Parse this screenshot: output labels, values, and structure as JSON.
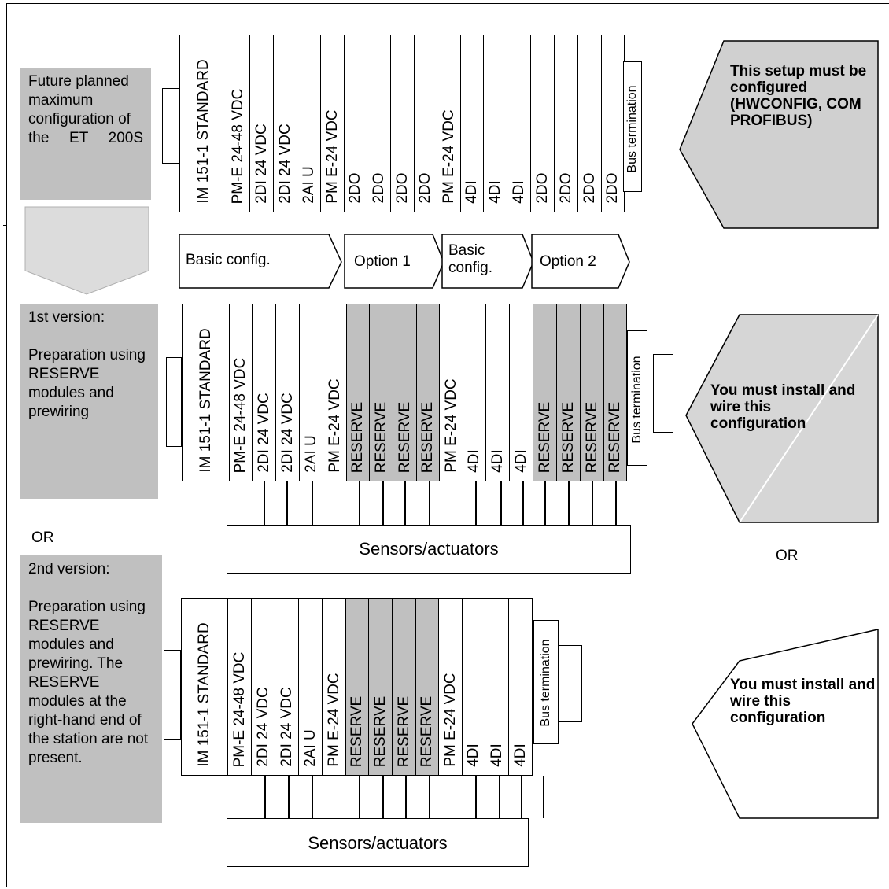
{
  "left_notes": {
    "future": "Future planned maximum configuration of the ET 200S",
    "first_heading": "1st version:",
    "first_body": "Preparation using RESERVE modules and prewiring",
    "or_left": "OR",
    "second_heading": "2nd version:",
    "second_body": "Preparation using RESERVE modules and prewiring. The RESERVE modules at the right-hand end of the station are not present."
  },
  "right_notes": {
    "configure": "This setup must be configured (HWCONFIG, COM PROFIBUS)",
    "install_1": "You must install and wire this configuration",
    "or_right": "OR",
    "install_2": "You must install and wire this configuration"
  },
  "config_arrows": [
    "Basic config.",
    "Option 1",
    "Basic\nconfig.",
    "Option 2"
  ],
  "racks": {
    "max": [
      "IM 151-1 STANDARD",
      "PM-E 24-48 VDC",
      "2DI 24 VDC",
      "2DI 24 VDC",
      "2AI U",
      "PM E-24 VDC",
      "2DO",
      "2DO",
      "2DO",
      "2DO",
      "PM E-24 VDC",
      "4DI",
      "4DI",
      "4DI",
      "2DO",
      "2DO",
      "2DO",
      "2DO"
    ],
    "v1": [
      "IM 151-1 STANDARD",
      "PM-E 24-48 VDC",
      "2DI 24 VDC",
      "2DI 24 VDC",
      "2AI U",
      "PM E-24 VDC",
      "RESERVE",
      "RESERVE",
      "RESERVE",
      "RESERVE",
      "PM E-24 VDC",
      "4DI",
      "4DI",
      "4DI",
      "RESERVE",
      "RESERVE",
      "RESERVE",
      "RESERVE"
    ],
    "v2": [
      "IM 151-1 STANDARD",
      "PM-E 24-48 VDC",
      "2DI 24 VDC",
      "2DI 24 VDC",
      "2AI U",
      "PM E-24 VDC",
      "RESERVE",
      "RESERVE",
      "RESERVE",
      "RESERVE",
      "PM E-24 VDC",
      "4DI",
      "4DI",
      "4DI"
    ],
    "bus_termination": "Bus termination"
  },
  "sensors_label": "Sensors/actuators"
}
